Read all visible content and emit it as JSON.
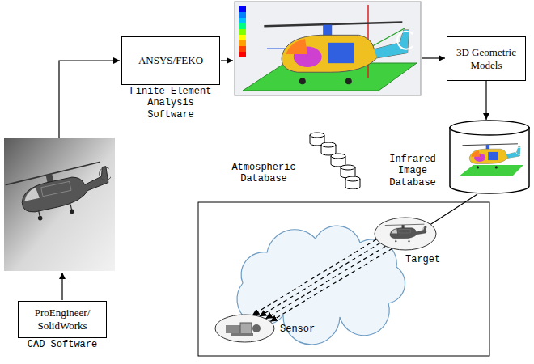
{
  "diagram": {
    "nodes": [
      {
        "text": [
          "ANSYS/FEKO",
          "Finite Element Analysis Software"
        ]
      },
      {
        "text": [
          "3D Geometric Models"
        ]
      },
      {
        "text": [
          "Atmospheric Database"
        ]
      },
      {
        "text": [
          "Infrared Image Database"
        ]
      },
      {
        "text": [
          "Target"
        ]
      },
      {
        "text": [
          "ProEngineer/ SolidWorks",
          "CAD Software"
        ]
      },
      {
        "text": [
          "Sensor"
        ]
      }
    ],
    "edges": [
      {
        "from": 1,
        "to": 3,
        "arrow": "to"
      },
      {
        "from": 3,
        "to": 4,
        "arrow": "none"
      },
      {
        "from": 4,
        "to": 6,
        "arrow": "to"
      },
      {
        "from": 4,
        "to": 6,
        "arrow": "to"
      },
      {
        "from": 4,
        "to": 6,
        "arrow": "to"
      },
      {
        "from": 4,
        "to": 6,
        "arrow": "to"
      }
    ]
  }
}
